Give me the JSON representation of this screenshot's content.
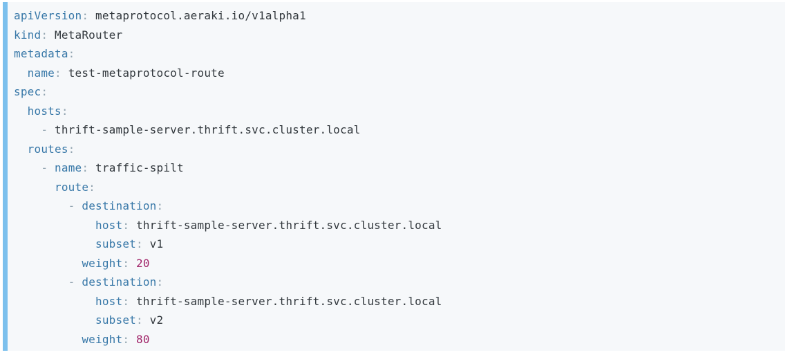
{
  "colors": {
    "page_background": "#ffffff",
    "block_background": "#f6f8fa",
    "left_bar": "#7cc0ed",
    "key": "#3878a8",
    "punctuation": "#92a4b0",
    "plain_text": "#32383d",
    "number": "#a02368"
  },
  "code_block": {
    "language": "yaml",
    "lines": [
      [
        [
          "key",
          "apiVersion"
        ],
        [
          "punc",
          ":"
        ],
        [
          "plain",
          " metaprotocol.aeraki.io/v1alpha1"
        ]
      ],
      [
        [
          "key",
          "kind"
        ],
        [
          "punc",
          ":"
        ],
        [
          "plain",
          " MetaRouter"
        ]
      ],
      [
        [
          "key",
          "metadata"
        ],
        [
          "punc",
          ":"
        ]
      ],
      [
        [
          "plain",
          "  "
        ],
        [
          "key",
          "name"
        ],
        [
          "punc",
          ":"
        ],
        [
          "plain",
          " test-metaprotocol-route"
        ]
      ],
      [
        [
          "key",
          "spec"
        ],
        [
          "punc",
          ":"
        ]
      ],
      [
        [
          "plain",
          "  "
        ],
        [
          "key",
          "hosts"
        ],
        [
          "punc",
          ":"
        ]
      ],
      [
        [
          "plain",
          "    "
        ],
        [
          "punc",
          "-"
        ],
        [
          "plain",
          " thrift-sample-server.thrift.svc.cluster.local"
        ]
      ],
      [
        [
          "plain",
          "  "
        ],
        [
          "key",
          "routes"
        ],
        [
          "punc",
          ":"
        ]
      ],
      [
        [
          "plain",
          "    "
        ],
        [
          "punc",
          "-"
        ],
        [
          "plain",
          " "
        ],
        [
          "key",
          "name"
        ],
        [
          "punc",
          ":"
        ],
        [
          "plain",
          " traffic-spilt"
        ]
      ],
      [
        [
          "plain",
          "      "
        ],
        [
          "key",
          "route"
        ],
        [
          "punc",
          ":"
        ]
      ],
      [
        [
          "plain",
          "        "
        ],
        [
          "punc",
          "-"
        ],
        [
          "plain",
          " "
        ],
        [
          "key",
          "destination"
        ],
        [
          "punc",
          ":"
        ]
      ],
      [
        [
          "plain",
          "            "
        ],
        [
          "key",
          "host"
        ],
        [
          "punc",
          ":"
        ],
        [
          "plain",
          " thrift-sample-server.thrift.svc.cluster.local"
        ]
      ],
      [
        [
          "plain",
          "            "
        ],
        [
          "key",
          "subset"
        ],
        [
          "punc",
          ":"
        ],
        [
          "plain",
          " v1"
        ]
      ],
      [
        [
          "plain",
          "          "
        ],
        [
          "key",
          "weight"
        ],
        [
          "punc",
          ":"
        ],
        [
          "plain",
          " "
        ],
        [
          "num",
          "20"
        ]
      ],
      [
        [
          "plain",
          "        "
        ],
        [
          "punc",
          "-"
        ],
        [
          "plain",
          " "
        ],
        [
          "key",
          "destination"
        ],
        [
          "punc",
          ":"
        ]
      ],
      [
        [
          "plain",
          "            "
        ],
        [
          "key",
          "host"
        ],
        [
          "punc",
          ":"
        ],
        [
          "plain",
          " thrift-sample-server.thrift.svc.cluster.local"
        ]
      ],
      [
        [
          "plain",
          "            "
        ],
        [
          "key",
          "subset"
        ],
        [
          "punc",
          ":"
        ],
        [
          "plain",
          " v2"
        ]
      ],
      [
        [
          "plain",
          "          "
        ],
        [
          "key",
          "weight"
        ],
        [
          "punc",
          ":"
        ],
        [
          "plain",
          " "
        ],
        [
          "num",
          "80"
        ]
      ]
    ]
  }
}
